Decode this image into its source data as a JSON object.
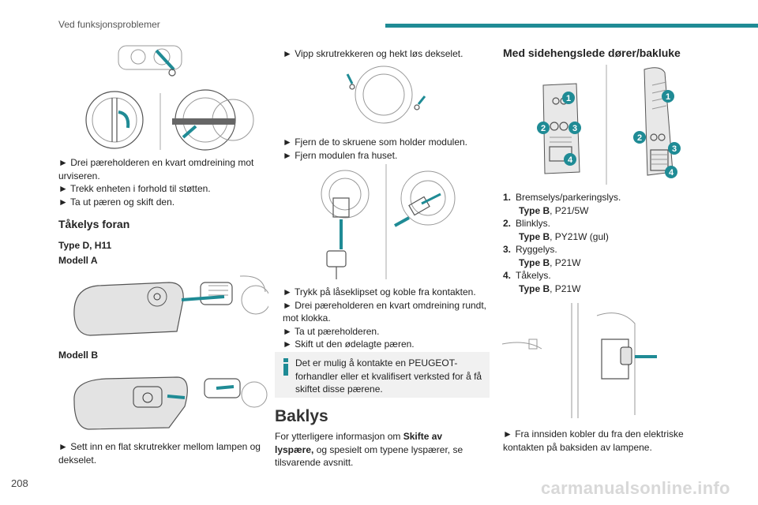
{
  "header": {
    "section_title": "Ved funksjonsproblemer"
  },
  "page_number": "208",
  "col1": {
    "step1": "► Drei pæreholderen en kvart omdreining mot urviseren.",
    "step2": "► Trekk enheten i forhold til støtten.",
    "step3": "► Ta ut pæren og skift den.",
    "heading": "Tåkelys foran",
    "subheading": "Type D, H11",
    "model_a": "Modell A",
    "model_b": "Modell B",
    "step4": "► Sett inn en flat skrutrekker mellom lampen og dekselet."
  },
  "col2": {
    "step1": "► Vipp skrutrekkeren og hekt løs dekselet.",
    "step2": "► Fjern de to skruene som holder modulen.",
    "step3": "► Fjern modulen fra huset.",
    "step4": "► Trykk på låseklipset og koble fra kontakten.",
    "step5": "► Drei pæreholderen en kvart omdreining rundt, mot klokka.",
    "step6": "► Ta ut pæreholderen.",
    "step7": "► Skift ut den ødelagte pæren.",
    "info": "Det er mulig å kontakte en PEUGEOT-forhandler eller et kvalifisert verksted for å få skiftet disse pærene.",
    "heading": "Baklys",
    "body_pre": "For ytterligere informasjon om ",
    "body_bold": "Skifte av lyspære,",
    "body_post": " og spesielt om typene lyspærer, se tilsvarende avsnitt."
  },
  "col3": {
    "heading": "Med sidehengslede dører/bakluke",
    "callouts": [
      "1",
      "2",
      "3",
      "4"
    ],
    "items": [
      {
        "num": "1.",
        "name": "Bremselys/parkeringslys.",
        "type_label": "Type B",
        "spec": ", P21/5W"
      },
      {
        "num": "2.",
        "name": "Blinklys.",
        "type_label": "Type B",
        "spec": ", PY21W (gul)"
      },
      {
        "num": "3.",
        "name": "Ryggelys.",
        "type_label": "Type B",
        "spec": ", P21W"
      },
      {
        "num": "4.",
        "name": "Tåkelys.",
        "type_label": "Type B",
        "spec": ", P21W"
      }
    ],
    "step1": "► Fra innsiden kobler du fra den elektriske kontakten på baksiden av lampene."
  },
  "watermark": "carmanualsonline.info",
  "colors": {
    "accent": "#1f8b95",
    "info_bg": "#f1f1f1"
  }
}
